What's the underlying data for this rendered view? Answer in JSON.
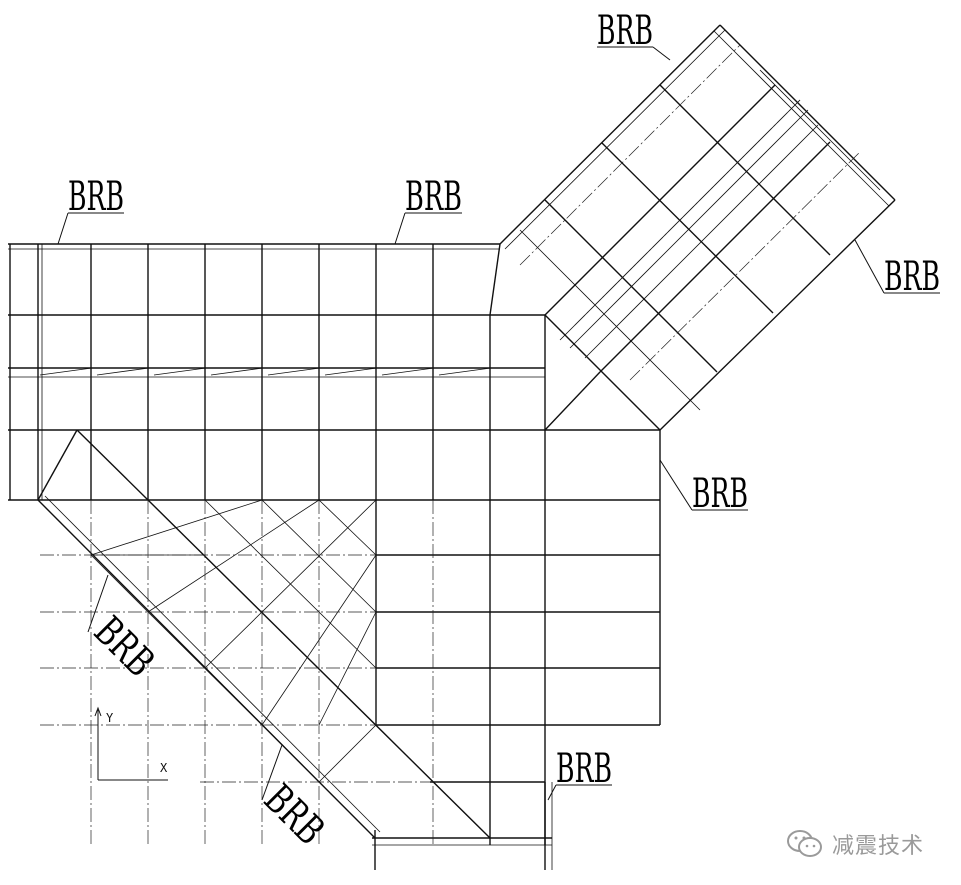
{
  "diagram": {
    "brb_labels": [
      "BRB",
      "BRB",
      "BRB",
      "BRB",
      "BRB",
      "BRB",
      "BRB",
      "BRB"
    ],
    "ucs": {
      "x_label": "X",
      "y_label": "Y"
    }
  },
  "watermark": {
    "text": "减震技术"
  }
}
